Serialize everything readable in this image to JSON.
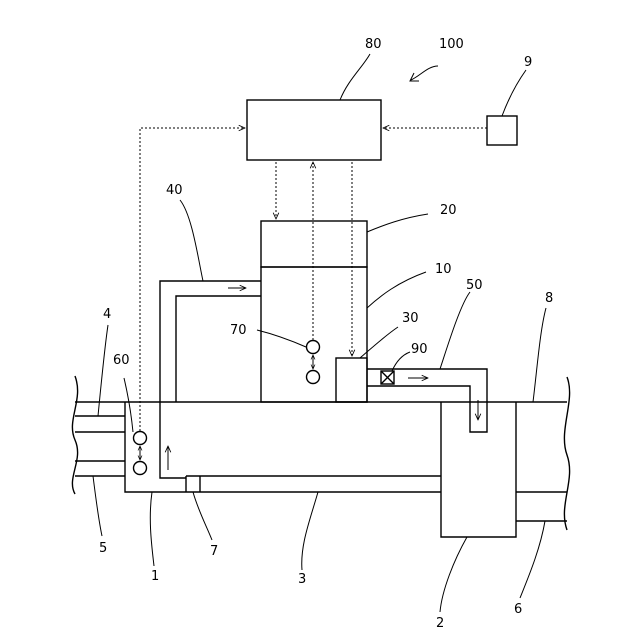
{
  "labels": {
    "assembly": "100",
    "controller": "80",
    "sensor": "9",
    "pipe40": "40",
    "unit20": "20",
    "body10": "10",
    "valve90": "90",
    "box30": "30",
    "pipe50": "50",
    "duct8": "8",
    "duct4": "4",
    "sensor60": "60",
    "sensor70": "70",
    "duct5": "5",
    "part7": "7",
    "base1": "1",
    "pipe3": "3",
    "tank2": "2",
    "duct6": "6"
  },
  "colors": {
    "line": "#000000",
    "background": "#ffffff"
  }
}
